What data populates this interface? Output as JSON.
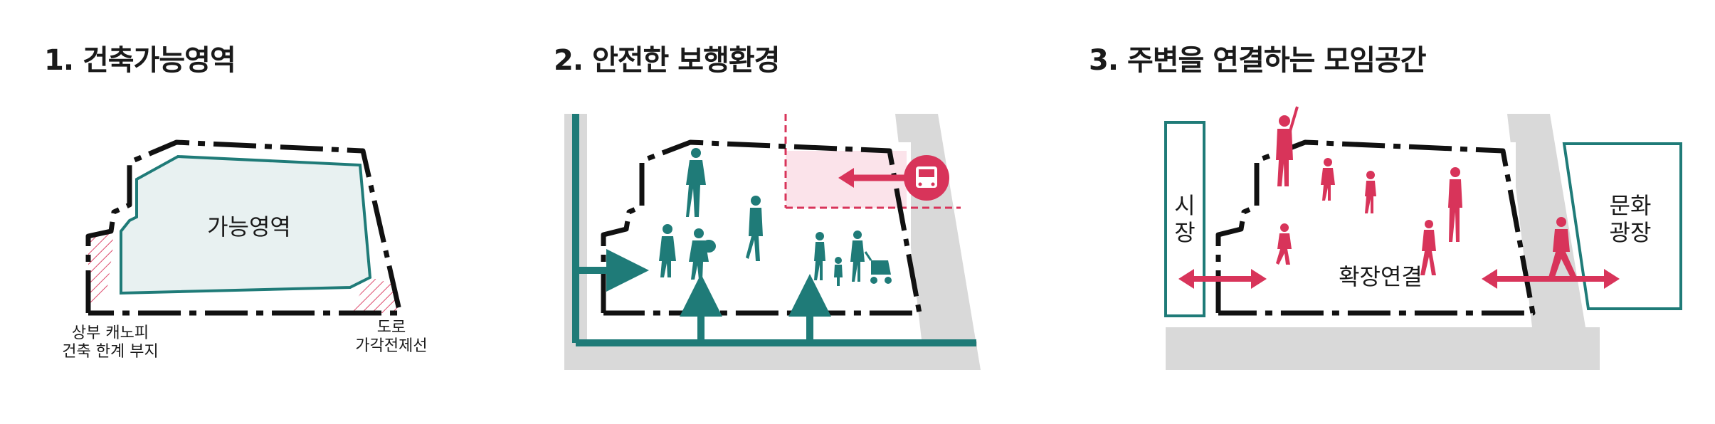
{
  "panel1": {
    "title": "1. 건축가능영역",
    "zone_label": "가능영역",
    "note_left_line1": "상부 캐노피",
    "note_left_line2": "건축 한계 부지",
    "note_right_line1": "도로",
    "note_right_line2": "가각전제선"
  },
  "panel2": {
    "title": "2. 안전한 보행환경",
    "bus_icon": "bus-icon"
  },
  "panel3": {
    "title": "3. 주변을 연결하는 모임공간",
    "left_box_line1": "시",
    "left_box_line2": "장",
    "right_box_line1": "문화",
    "right_box_line2": "광장",
    "center_label": "확장연결"
  },
  "colors": {
    "teal": "#1f7b78",
    "red": "#d8345a",
    "gray": "#d9d9d9",
    "pale_teal": "#e8f1f1",
    "pink": "#fbe3ea"
  }
}
